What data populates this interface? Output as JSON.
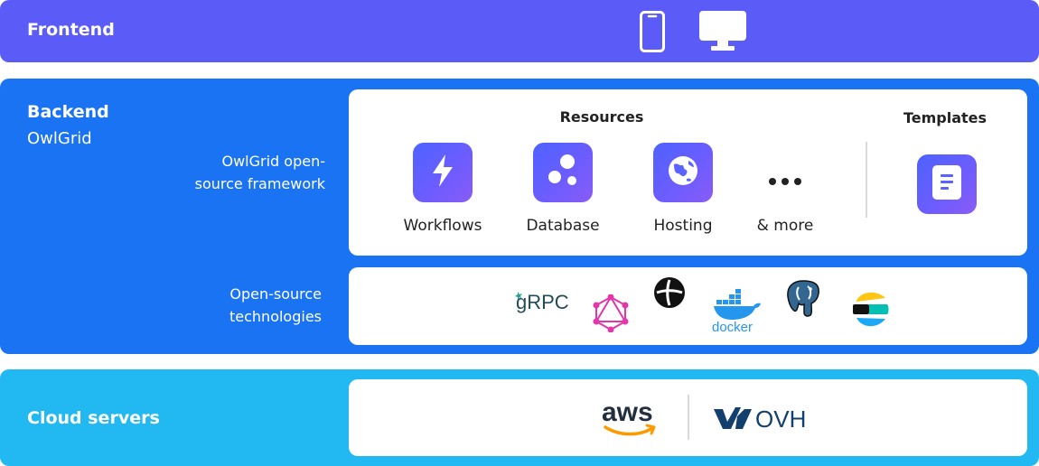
{
  "frontend": {
    "title": "Frontend",
    "icons": [
      "phone-icon",
      "desktop-monitor-icon"
    ],
    "color": "#5b5bf7"
  },
  "backend": {
    "title": "Backend",
    "subtitle": "OwlGrid",
    "color": "#1a73f2",
    "framework_label": "OwlGrid open-source framework",
    "framework_label_lines": [
      "OwlGrid open-",
      "source framework"
    ],
    "resources": {
      "title": "Resources",
      "items": [
        {
          "label": "Workflows",
          "icon": "lightning-bolt-icon"
        },
        {
          "label": "Database",
          "icon": "circles-icon"
        },
        {
          "label": "Hosting",
          "icon": "globe-icon"
        },
        {
          "label": "& more",
          "icon": "ellipsis-icon"
        }
      ]
    },
    "templates": {
      "title": "Templates",
      "icon": "document-icon"
    },
    "opensource_label": "Open-source technologies",
    "opensource_label_lines": [
      "Open-source",
      "technologies"
    ],
    "technologies": [
      {
        "name": "gRPC",
        "icon": "grpc-logo"
      },
      {
        "name": "GraphQL",
        "icon": "graphql-logo"
      },
      {
        "name": "Prisma",
        "icon": "crosshair-logo"
      },
      {
        "name": "docker",
        "icon": "docker-logo"
      },
      {
        "name": "PostgreSQL",
        "icon": "postgresql-logo"
      },
      {
        "name": "Elastic",
        "icon": "elastic-logo"
      }
    ]
  },
  "cloud": {
    "title": "Cloud servers",
    "color": "#22b8f2",
    "providers": [
      {
        "name": "aws",
        "icon": "aws-logo"
      },
      {
        "name": "OVH",
        "icon": "ovh-logo"
      }
    ]
  },
  "colors": {
    "tile_gradient_start": "#4d63ff",
    "tile_gradient_end": "#8a5cf6",
    "graphql_pink": "#e535ab",
    "docker_blue": "#2496ed",
    "postgres_blue": "#336791",
    "aws_orange": "#ff9900",
    "ovh_navy": "#123f6d"
  }
}
